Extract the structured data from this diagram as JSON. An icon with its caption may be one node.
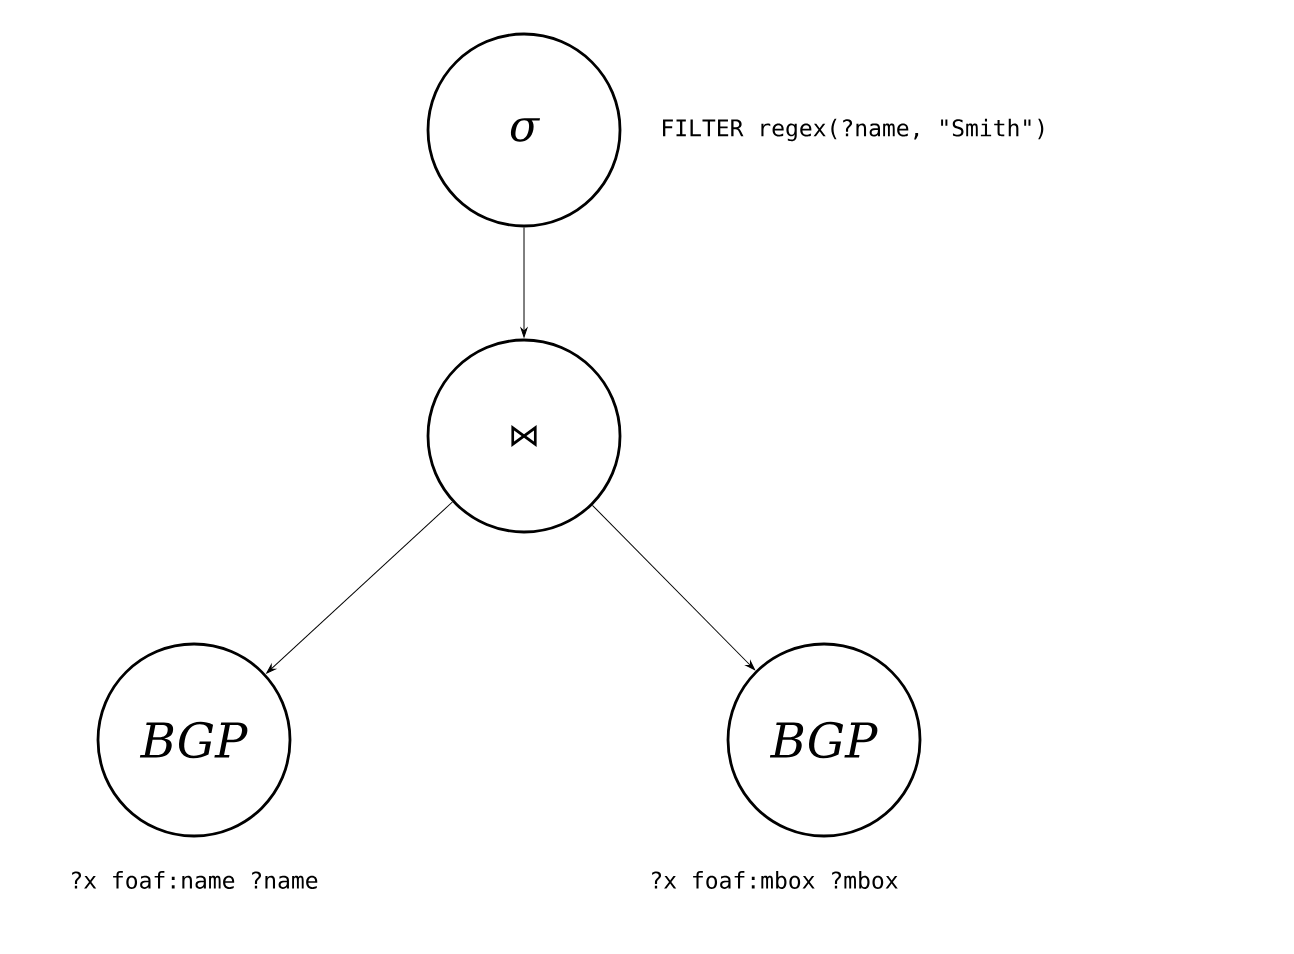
{
  "diagram": {
    "nodes": [
      {
        "text": [
          "σ"
        ],
        "beside": [
          "FILTER regex(?name, \"Smith\")"
        ]
      },
      {
        "text": [
          "⋈"
        ]
      },
      {
        "text": [
          "BGP"
        ],
        "beside": [
          "?x foaf:name ?name"
        ]
      },
      {
        "text": [
          "BGP"
        ],
        "beside": [
          "?x foaf:mbox ?mbox"
        ]
      }
    ],
    "edges": [
      {
        "from": 0,
        "to": 1,
        "arrow": "to"
      },
      {
        "from": 1,
        "to": 2,
        "arrow": "to"
      },
      {
        "from": 1,
        "to": 3,
        "arrow": "to"
      }
    ]
  }
}
